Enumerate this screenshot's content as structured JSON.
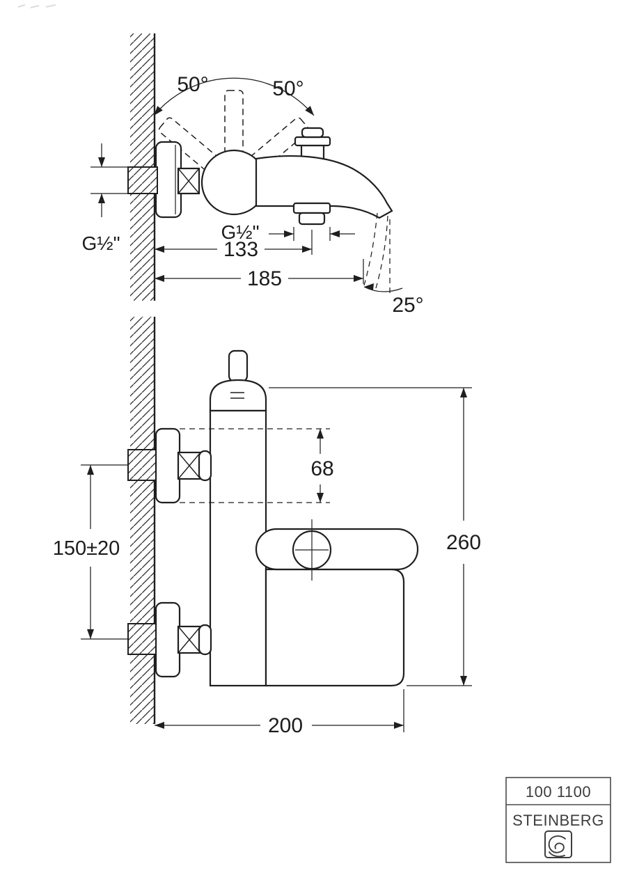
{
  "side_view": {
    "handle_angle_left": "50°",
    "handle_angle_right": "50°",
    "wall_connection_thread": "G½\"",
    "shower_outlet_thread": "G½\"",
    "outlet_offset_mm": "133",
    "spout_reach_mm": "185",
    "stream_angle": "25°"
  },
  "front_view": {
    "escutcheon_height_mm": "68",
    "connection_spacing_mm": "150±20",
    "total_height_mm": "260",
    "total_depth_mm": "200"
  },
  "title_block": {
    "model_number": "100 1100",
    "brand": "STEINBERG"
  },
  "colors": {
    "line": "#1f1f1f",
    "background": "#ffffff",
    "title_text": "#3d3d3d"
  }
}
